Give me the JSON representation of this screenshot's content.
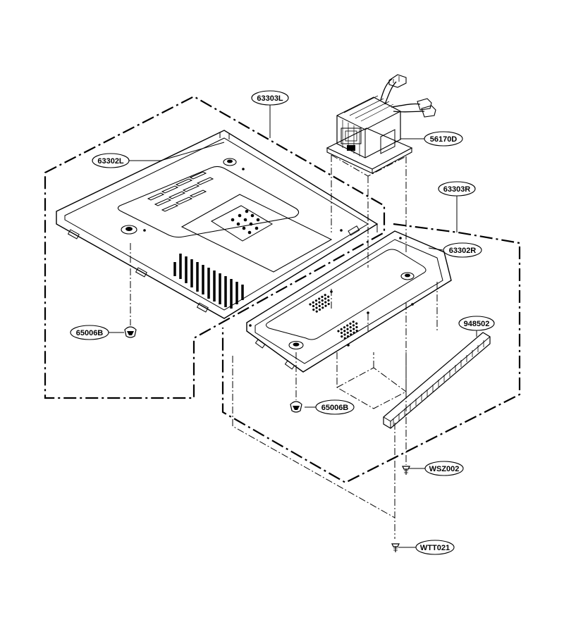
{
  "labels": {
    "l63303L": "63303L",
    "l63302L": "63302L",
    "l56170D": "56170D",
    "l63303R": "63303R",
    "l63302R": "63302R",
    "l948502": "948502",
    "l65006B_left": "65006B",
    "l65006B_right": "65006B",
    "lWSZ002": "WSZ002",
    "lWTT021": "WTT021"
  }
}
